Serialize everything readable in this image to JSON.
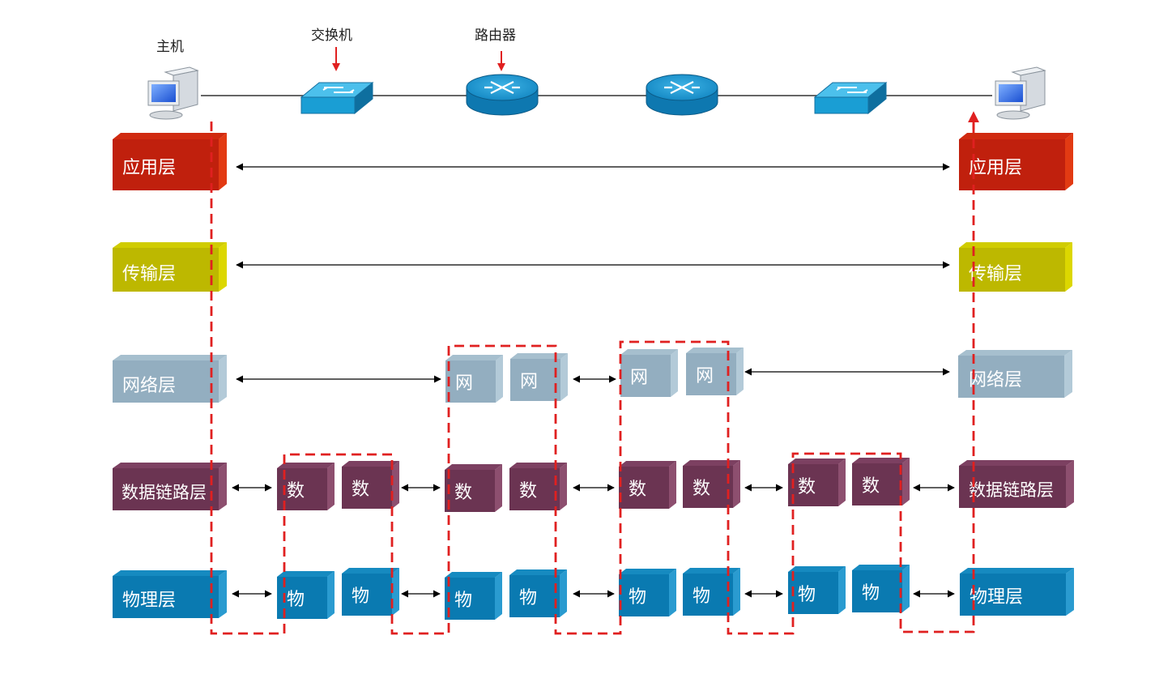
{
  "labels": {
    "host": "主机",
    "switch": "交换机",
    "router": "路由器"
  },
  "layers": {
    "application": "应用层",
    "transport": "传输层",
    "network": "网络层",
    "datalink": "数据链路层",
    "physical": "物理层"
  },
  "short": {
    "network": "网",
    "datalink": "数",
    "physical": "物"
  },
  "colors": {
    "application": "#c0200d",
    "transport": "#c2c000",
    "network": "#93aec0",
    "datalink": "#6b3452",
    "physical": "#0a7ab1",
    "path": "#e02020",
    "device": "#1a9ed4"
  }
}
